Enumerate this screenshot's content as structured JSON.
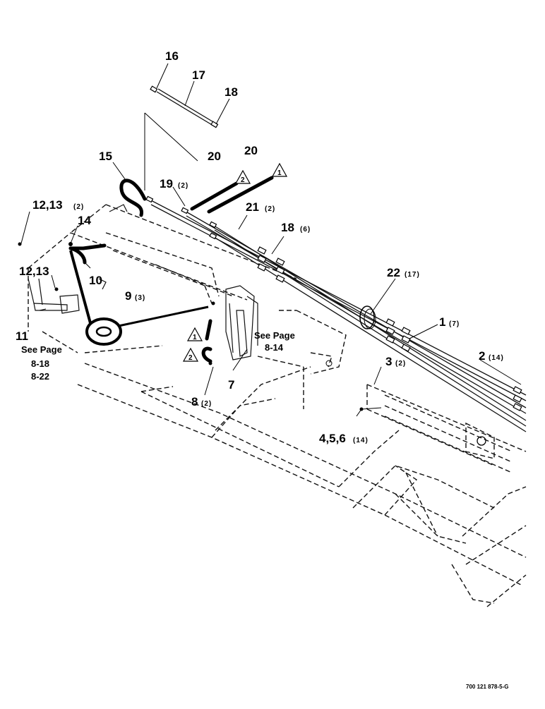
{
  "diagram": {
    "callouts": [
      {
        "id": "c16",
        "label": "16",
        "qty": ""
      },
      {
        "id": "c17",
        "label": "17",
        "qty": ""
      },
      {
        "id": "c18a",
        "label": "18",
        "qty": ""
      },
      {
        "id": "c15",
        "label": "15",
        "qty": ""
      },
      {
        "id": "c20a",
        "label": "20",
        "qty": ""
      },
      {
        "id": "c20b",
        "label": "20",
        "qty": ""
      },
      {
        "id": "c19",
        "label": "19",
        "qty": "(2)"
      },
      {
        "id": "c21",
        "label": "21",
        "qty": "(2)"
      },
      {
        "id": "c1213a",
        "label": "12,13",
        "qty": "(2)"
      },
      {
        "id": "c14",
        "label": "14",
        "qty": ""
      },
      {
        "id": "c18b",
        "label": "18",
        "qty": "(6)"
      },
      {
        "id": "c1213b",
        "label": "12,13",
        "qty": ""
      },
      {
        "id": "c10",
        "label": "10",
        "qty": ""
      },
      {
        "id": "c22",
        "label": "22",
        "qty": "(17)"
      },
      {
        "id": "c9",
        "label": "9",
        "qty": "(3)"
      },
      {
        "id": "c11",
        "label": "11",
        "qty": ""
      },
      {
        "id": "c1",
        "label": "1",
        "qty": "(7)"
      },
      {
        "id": "c2",
        "label": "2",
        "qty": "(14)"
      },
      {
        "id": "c3",
        "label": "3",
        "qty": "(2)"
      },
      {
        "id": "c7",
        "label": "7",
        "qty": ""
      },
      {
        "id": "c8",
        "label": "8",
        "qty": "(2)"
      },
      {
        "id": "c456",
        "label": "4,5,6",
        "qty": "(14)"
      }
    ],
    "notes": {
      "see_page_left": "See Page",
      "see_page_left_ref1": "8-18",
      "see_page_left_ref2": "8-22",
      "see_page_mid": "See Page",
      "see_page_mid_ref": "8-14"
    },
    "triangles": [
      {
        "id": "t1a",
        "label": "1"
      },
      {
        "id": "t2a",
        "label": "2"
      },
      {
        "id": "t1b",
        "label": "1"
      },
      {
        "id": "t2b",
        "label": "2"
      }
    ],
    "drawing_number": "700 121 878-5-G"
  }
}
